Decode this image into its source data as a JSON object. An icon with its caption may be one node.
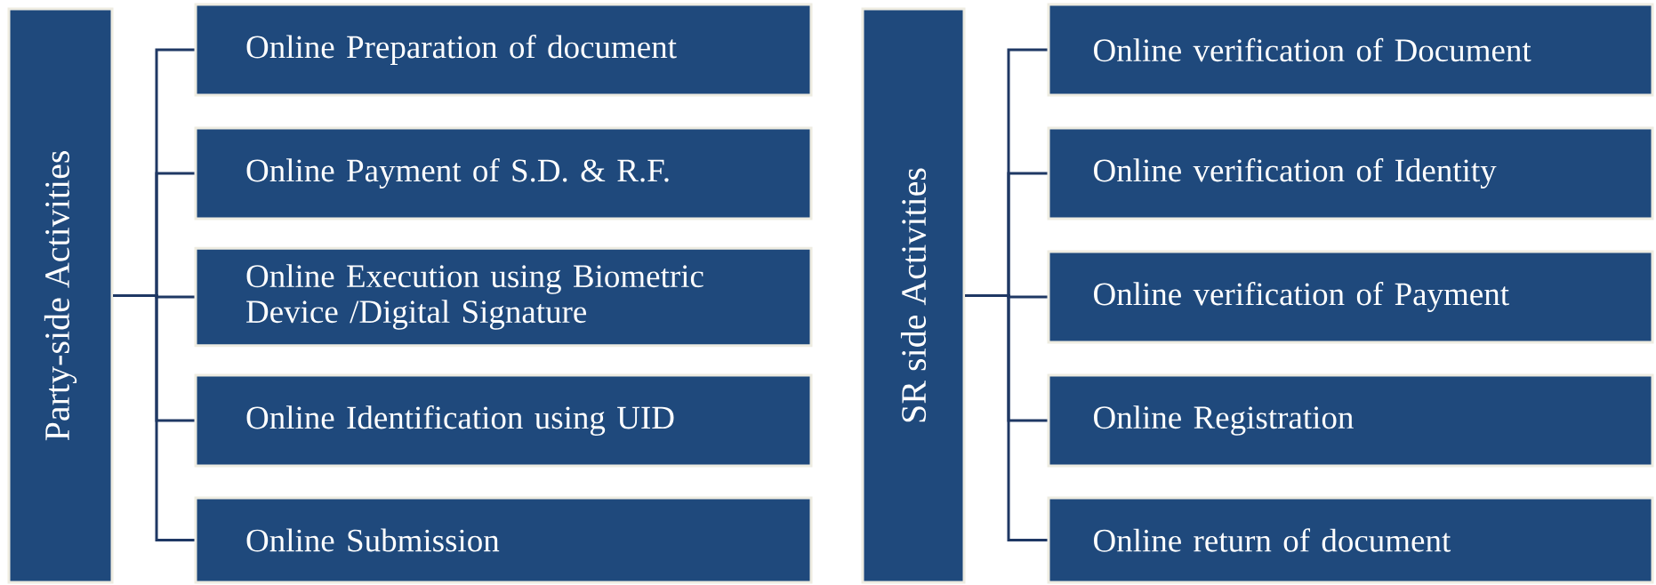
{
  "diagram": {
    "nodes": [
      {
        "text": [
          "Party-side Activities"
        ]
      },
      {
        "text": [
          "Online Preparation of document"
        ]
      },
      {
        "text": [
          "Online Payment of S.D. & R.F."
        ]
      },
      {
        "text": [
          "Online Execution using Biometric Device /Digital Signature"
        ]
      },
      {
        "text": [
          "Online Identification using UID"
        ]
      },
      {
        "text": [
          "Online Submission"
        ]
      },
      {
        "text": [
          "SR side Activities"
        ]
      },
      {
        "text": [
          "Online verification of Document"
        ]
      },
      {
        "text": [
          "Online verification of Identity"
        ]
      },
      {
        "text": [
          "Online verification of Payment"
        ]
      },
      {
        "text": [
          "Online Registration"
        ]
      },
      {
        "text": [
          "Online  return of document"
        ]
      }
    ],
    "edges": [
      {
        "from": 0,
        "to": 1,
        "arrow": "none"
      },
      {
        "from": 0,
        "to": 2,
        "arrow": "none"
      },
      {
        "from": 0,
        "to": 3,
        "arrow": "none"
      },
      {
        "from": 0,
        "to": 4,
        "arrow": "none"
      },
      {
        "from": 0,
        "to": 5,
        "arrow": "none"
      },
      {
        "from": 6,
        "to": 7,
        "arrow": "none"
      },
      {
        "from": 6,
        "to": 8,
        "arrow": "none"
      },
      {
        "from": 6,
        "to": 9,
        "arrow": "none"
      },
      {
        "from": 6,
        "to": 10,
        "arrow": "none"
      },
      {
        "from": 6,
        "to": 11,
        "arrow": "none"
      }
    ]
  }
}
